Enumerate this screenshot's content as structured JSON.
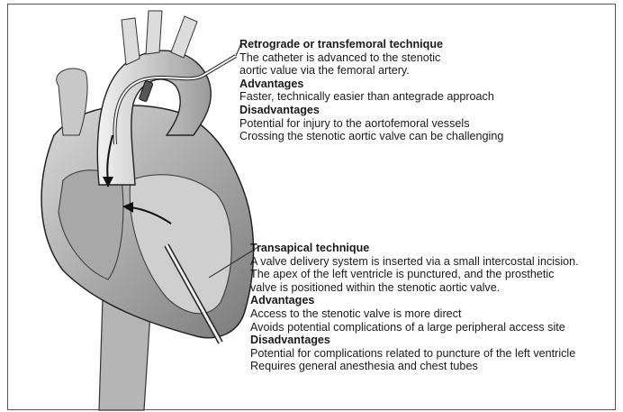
{
  "retrograde": {
    "title": "Retrograde or transfemoral technique",
    "desc": [
      "The catheter is advanced to the stenotic",
      "aortic value via the femoral artery."
    ],
    "advantages_heading": "Advantages",
    "advantages": [
      "Faster, technically easier than antegrade approach"
    ],
    "disadvantages_heading": "Disadvantages",
    "disadvantages": [
      "Potential for injury to the aortofemoral vessels",
      "Crossing the stenotic aortic valve can be challenging"
    ]
  },
  "transapical": {
    "title": "Transapical technique",
    "desc": [
      "A valve delivery system is inserted via a small intercostal incision.",
      "The apex of the left ventricle is punctured, and the prosthetic",
      "valve is positioned within the stenotic aortic valve."
    ],
    "advantages_heading": "Advantages",
    "advantages": [
      "Access to the stenotic valve is more direct",
      "Avoids potential complications of a large peripheral access site"
    ],
    "disadvantages_heading": "Disadvantages",
    "disadvantages": [
      "Potential for complications related to puncture of the left ventricle",
      "Requires general anesthesia and chest tubes"
    ]
  }
}
